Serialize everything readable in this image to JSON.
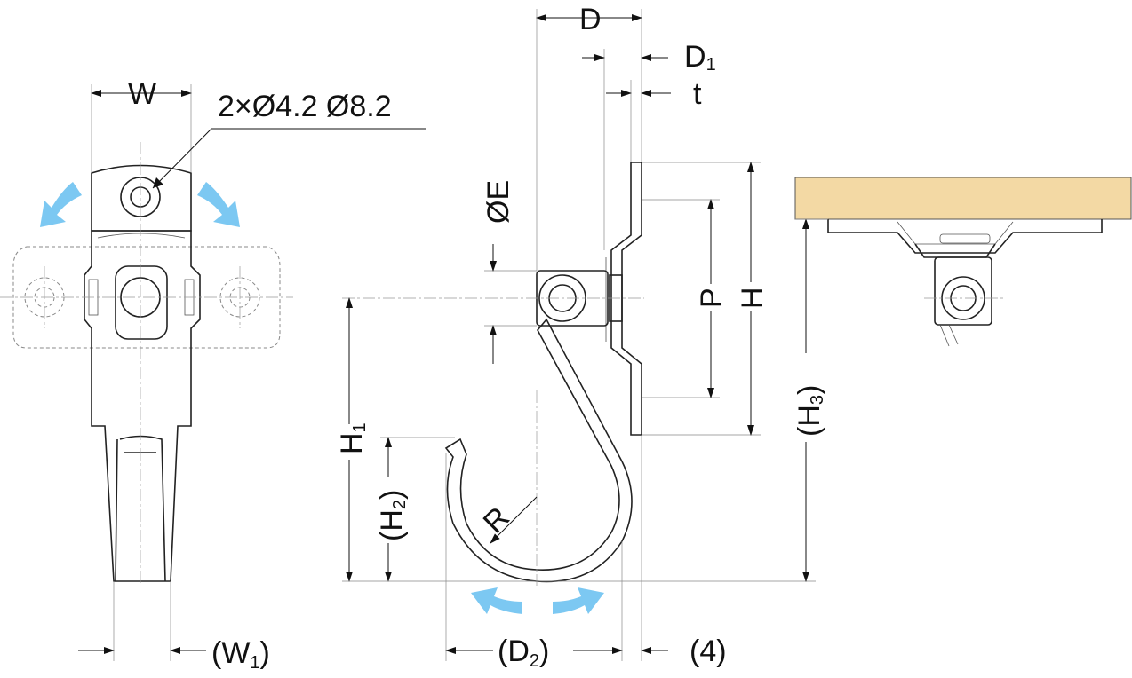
{
  "labels": {
    "W": "W",
    "hole_spec": "2×Ø4.2 Ø8.2",
    "W1_main": "(W",
    "W1_sub": "1",
    "W1_close": ")",
    "D": "D",
    "D1_main": "D",
    "D1_sub": "1",
    "t": "t",
    "phiE": "ØE",
    "P": "P",
    "H": "H",
    "H1_main": "H",
    "H1_sub": "1",
    "H2_main": "(H",
    "H2_sub": "2",
    "H2_close": ")",
    "H3_main": "(H",
    "H3_sub": "3",
    "H3_close": ")",
    "R": "R",
    "D2_main": "(D",
    "D2_sub": "2",
    "D2_close": ")",
    "four": "(4)"
  },
  "colors": {
    "rotation_arrow": "#7cc8f2",
    "wood_fill": "#f3d9a4",
    "line": "#222222"
  }
}
